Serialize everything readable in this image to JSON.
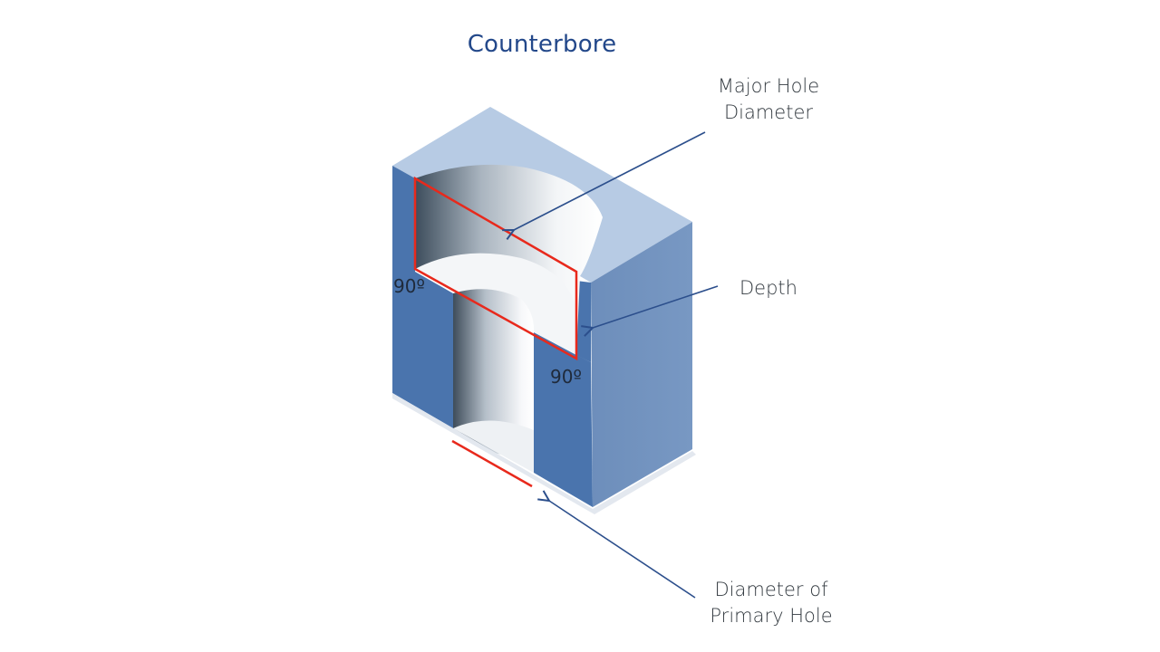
{
  "title": "Counterbore",
  "labels": {
    "major_hole_diameter": [
      "Major Hole",
      "Diameter"
    ],
    "depth": "Depth",
    "primary_hole_diameter": [
      "Diameter of",
      "Primary Hole"
    ]
  },
  "angles": {
    "left": "90º",
    "right": "90º"
  },
  "colors": {
    "title": "#23488a",
    "block_front": "#4a74ad",
    "block_side": "#7293be",
    "block_top": "#b7cbe4",
    "highlight": "#e8291c",
    "arrow": "#2c4f8c"
  }
}
